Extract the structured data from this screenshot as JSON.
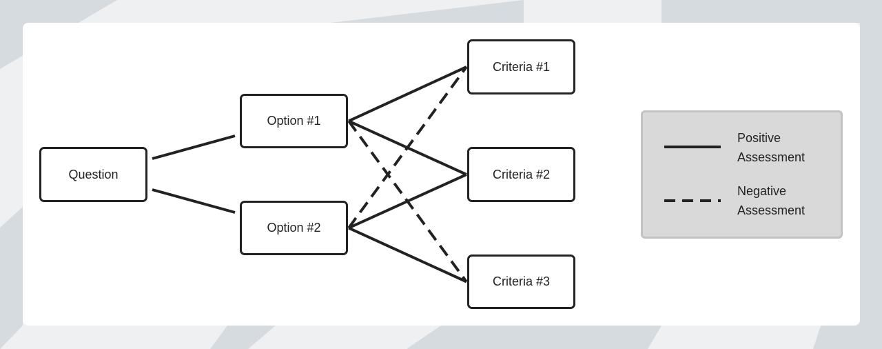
{
  "nodes": {
    "question": "Question",
    "option1": "Option #1",
    "option2": "Option #2",
    "criteria1": "Criteria #1",
    "criteria2": "Criteria #2",
    "criteria3": "Criteria #3"
  },
  "legend": {
    "positive": "Positive Assessment",
    "negative": "Negative Assessment"
  },
  "edges": [
    {
      "from": "question",
      "to": "option1",
      "style": "solid"
    },
    {
      "from": "question",
      "to": "option2",
      "style": "solid"
    },
    {
      "from": "option1",
      "to": "criteria1",
      "style": "solid"
    },
    {
      "from": "option1",
      "to": "criteria2",
      "style": "solid"
    },
    {
      "from": "option1",
      "to": "criteria3",
      "style": "dashed"
    },
    {
      "from": "option2",
      "to": "criteria1",
      "style": "dashed"
    },
    {
      "from": "option2",
      "to": "criteria2",
      "style": "solid"
    },
    {
      "from": "option2",
      "to": "criteria3",
      "style": "solid"
    }
  ],
  "colors": {
    "stroke": "#222222",
    "legend_bg": "#d9d9d9",
    "page_bg": "#eef0f2"
  }
}
